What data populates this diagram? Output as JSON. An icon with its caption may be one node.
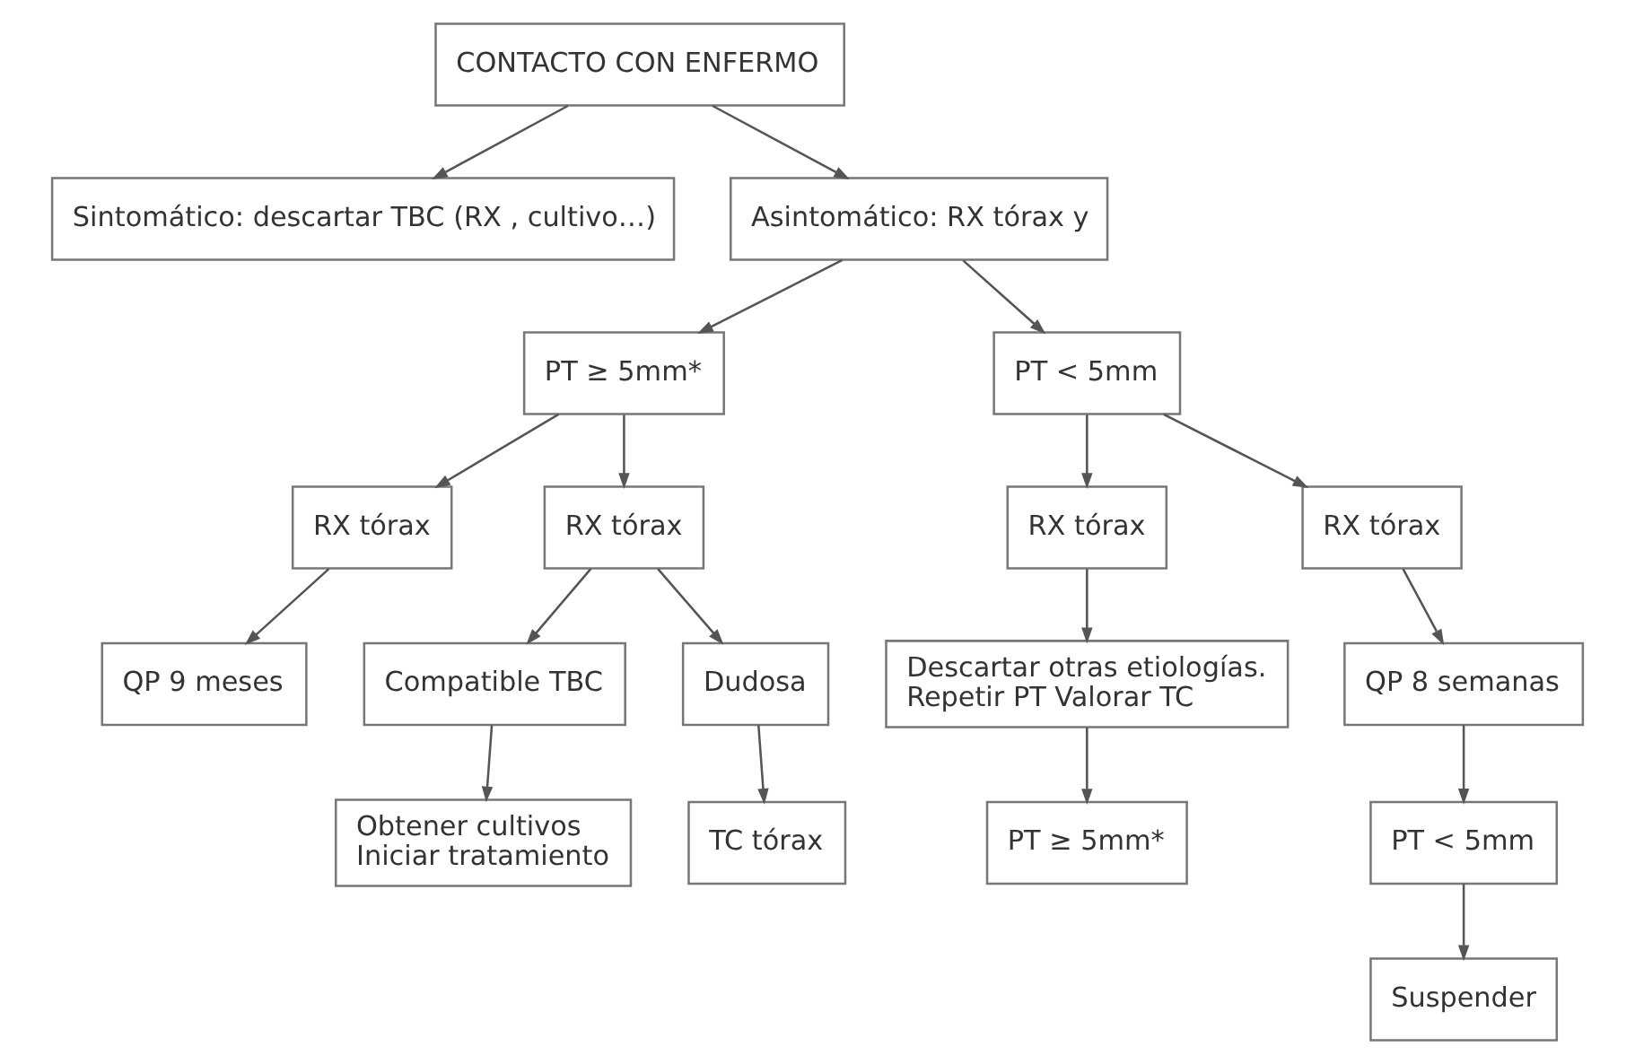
{
  "diagram": {
    "nodes": [
      {
        "text": [
          "CONTACTO CON ENFERMO"
        ]
      },
      {
        "text": [
          "Sintomático: descartar TBC (RX , cultivo…)"
        ]
      },
      {
        "text": [
          "Asintomático: RX tórax y"
        ]
      },
      {
        "text": [
          "PT ≥ 5mm*"
        ]
      },
      {
        "text": [
          "PT < 5mm"
        ]
      },
      {
        "text": [
          "RX tórax"
        ]
      },
      {
        "text": [
          "RX tórax"
        ]
      },
      {
        "text": [
          "RX tórax"
        ]
      },
      {
        "text": [
          "RX tórax"
        ]
      },
      {
        "text": [
          "QP 9 meses"
        ]
      },
      {
        "text": [
          "Compatible TBC"
        ]
      },
      {
        "text": [
          "Dudosa"
        ]
      },
      {
        "text": [
          "Descartar otras etiologías.",
          "Repetir PT Valorar TC"
        ]
      },
      {
        "text": [
          "QP 8 semanas"
        ]
      },
      {
        "text": [
          "Obtener cultivos",
          "Iniciar tratamiento"
        ]
      },
      {
        "text": [
          "TC tórax"
        ]
      },
      {
        "text": [
          "PT ≥ 5mm*"
        ]
      },
      {
        "text": [
          "PT < 5mm"
        ]
      },
      {
        "text": [
          "Suspender"
        ]
      }
    ],
    "edges": [
      {
        "from": 0,
        "to": 1,
        "arrow": "to"
      },
      {
        "from": 0,
        "to": 2,
        "arrow": "to"
      },
      {
        "from": 2,
        "to": 3,
        "arrow": "to"
      },
      {
        "from": 2,
        "to": 4,
        "arrow": "to"
      },
      {
        "from": 3,
        "to": 5,
        "arrow": "to"
      },
      {
        "from": 3,
        "to": 6,
        "arrow": "to"
      },
      {
        "from": 4,
        "to": 7,
        "arrow": "to"
      },
      {
        "from": 4,
        "to": 8,
        "arrow": "to"
      },
      {
        "from": 5,
        "to": 9,
        "arrow": "to"
      },
      {
        "from": 6,
        "to": 10,
        "arrow": "to"
      },
      {
        "from": 6,
        "to": 11,
        "arrow": "to"
      },
      {
        "from": 7,
        "to": 12,
        "arrow": "to"
      },
      {
        "from": 8,
        "to": 13,
        "arrow": "to"
      },
      {
        "from": 10,
        "to": 14,
        "arrow": "to"
      },
      {
        "from": 11,
        "to": 15,
        "arrow": "to"
      },
      {
        "from": 12,
        "to": 16,
        "arrow": "to"
      },
      {
        "from": 13,
        "to": 17,
        "arrow": "to"
      },
      {
        "from": 17,
        "to": 18,
        "arrow": "to"
      }
    ]
  }
}
